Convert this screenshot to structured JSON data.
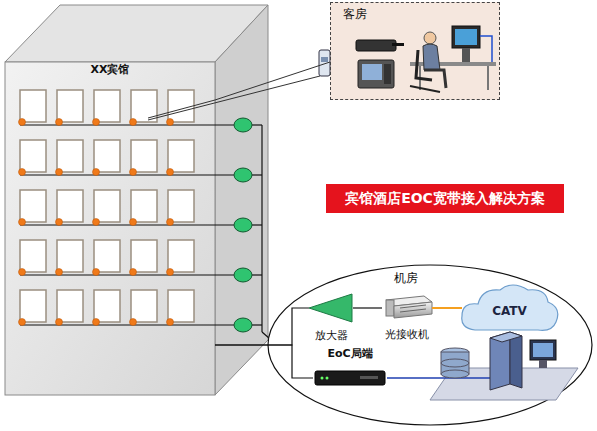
{
  "diagram": {
    "nodes": [
      {
        "text": [
          "客房"
        ]
      },
      {
        "text": [
          "XX宾馆"
        ]
      },
      {
        "text": [
          "宾馆酒店EOC宽带接入解决方案"
        ]
      },
      {
        "text": [
          "机房"
        ]
      },
      {
        "text": [
          "放大器"
        ],
        "in": 3
      },
      {
        "text": [
          "光接收机"
        ],
        "in": 3
      },
      {
        "text": [
          "CATV"
        ],
        "in": 3
      },
      {
        "text": [
          "EoC局端"
        ],
        "in": 3
      }
    ],
    "edges": [
      {
        "from": 0,
        "to": 1,
        "arrow": "none"
      },
      {
        "from": 6,
        "to": 5,
        "arrow": "none"
      },
      {
        "from": 5,
        "to": 4,
        "arrow": "none"
      },
      {
        "from": 4,
        "to": 1,
        "arrow": "none"
      },
      {
        "from": 7,
        "to": 1,
        "arrow": "none"
      }
    ]
  }
}
